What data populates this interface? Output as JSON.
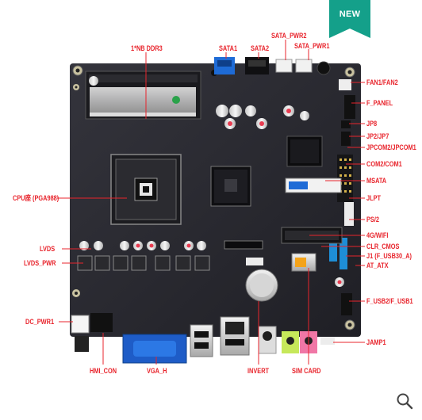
{
  "badge": {
    "text": "NEW",
    "color": "#14a08a"
  },
  "labels": {
    "ddr": "1*NB DDR3",
    "sata1": "SATA1",
    "sata2": "SATA2",
    "sata_pwr2": "SATA_PWR2",
    "sata_pwr1": "SATA_PWR1",
    "fan": "FAN1/FAN2",
    "f_panel": "F_PANEL",
    "jp8": "JP8",
    "jp2_jp7": "JP2/JP7",
    "jpcom": "JPCOM2/JPCOM1",
    "com": "COM2/COM1",
    "msata": "MSATA",
    "jlpt": "JLPT",
    "ps2": "PS/2",
    "wifi": "4G/WIFI",
    "clr_cmos": "CLR_CMOS",
    "j1": "J1 (F_USB30_A)",
    "at_atx": "AT_ATX",
    "f_usb": "F_USB2/F_USB1",
    "jamp1": "JAMP1",
    "cpu": "CPU座 (PGA988)",
    "lvds": "LVDS",
    "lvds_pwr": "LVDS_PWR",
    "dc_pwr1": "DC_PWR1",
    "hmi_con": "HMI_CON",
    "vga_h": "VGA_H",
    "invert": "INVERT",
    "sim_card": "SIM CARD"
  },
  "icons": {
    "zoom": "magnifier-icon"
  },
  "colors": {
    "label": "#e8242c",
    "board": "#2a2a30",
    "badge": "#14a08a"
  }
}
